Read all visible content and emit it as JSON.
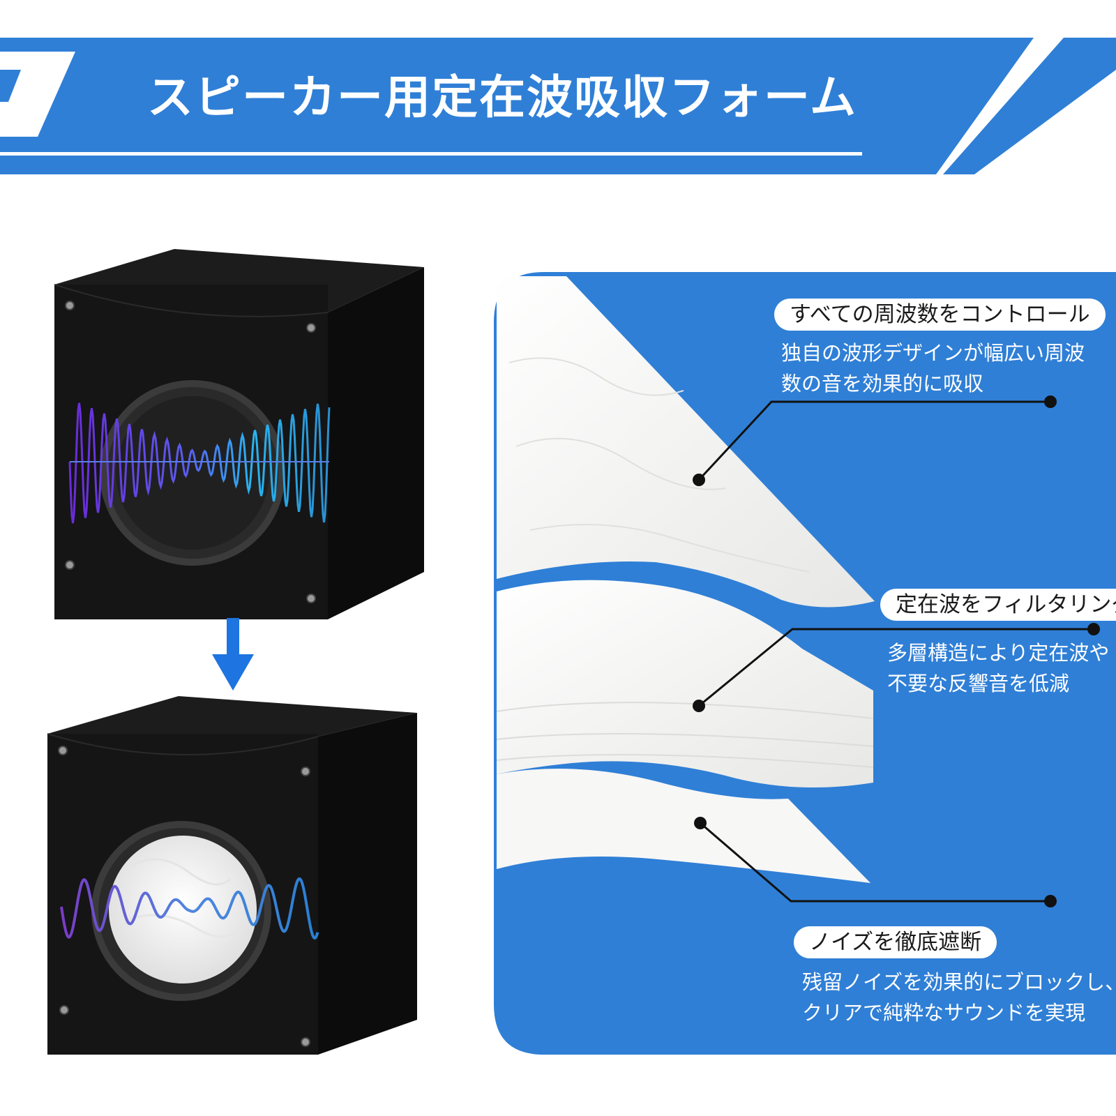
{
  "banner": {
    "title": "スピーカー用定在波吸収フォーム",
    "color": "#2f7fd6"
  },
  "callouts": [
    {
      "title": "すべての周波数をコントロール",
      "desc_lines": [
        "独自の波形デザインが幅広い周波",
        "数の音を効果的に吸収"
      ]
    },
    {
      "title": "定在波をフィルタリング",
      "desc_lines": [
        "多層構造により定在波や",
        "不要な反響音を低減"
      ]
    },
    {
      "title": "ノイズを徹底遮断",
      "desc_lines": [
        "残留ノイズを効果的にブロックし、",
        "クリアで純粋なサウンドを実現"
      ]
    }
  ],
  "colors": {
    "accent_blue": "#2f7fd6",
    "arrow_blue": "#1e74e0",
    "cabinet": "#151515",
    "foam": "#f4f4f2"
  },
  "icons": {
    "flow_arrow": "arrow-down-icon"
  }
}
